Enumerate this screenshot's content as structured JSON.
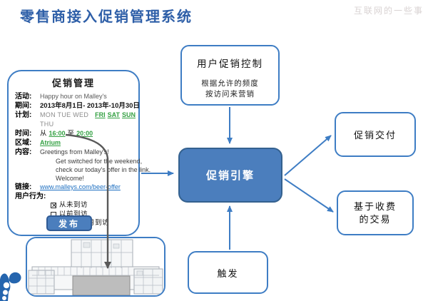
{
  "page": {
    "title": "零售商接入促销管理系统",
    "watermark": "互联网的一些事"
  },
  "promo_manager": {
    "title": "促销管理",
    "rows": {
      "activity": {
        "label": "活动:",
        "value": "Happy hour on Malley's"
      },
      "period": {
        "label": "期间:",
        "value": "2013年8月1日- 2013年-10月30日"
      },
      "plan": {
        "label": "计划:",
        "weekdays": "MON TUE WED THU",
        "active_days": [
          "FRI",
          "SAT",
          "SUN"
        ]
      },
      "time": {
        "label": "时间:",
        "from_word": "从",
        "from_time": "16:00",
        "to_word": "至",
        "to_time": "20:00"
      },
      "area": {
        "label": "区域:",
        "value": "Atrium"
      },
      "content": {
        "label": "内容:",
        "line1": "Greetings from Malley's!",
        "line2": "Get switched for the weekend,",
        "line3": "check our today's offer in the link.",
        "line4": "Welcome!"
      },
      "link": {
        "label": "链接:",
        "value": "www.malleys.com/beer-offer"
      },
      "behavior": {
        "label": "用户行为:"
      }
    },
    "checkboxes": [
      {
        "label": "从未到访",
        "checked": true
      },
      {
        "label": "以前到访",
        "checked": false
      },
      {
        "label": "最近一个月到访",
        "checked": false
      }
    ],
    "publish_button": "发布"
  },
  "user_promo_control": {
    "title": "用户促销控制",
    "line1": "根据允许的频度",
    "line2": "按访问来营销"
  },
  "promo_engine": {
    "label": "促销引擎"
  },
  "promo_delivery": {
    "label": "促销交付"
  },
  "fee_based_transaction": {
    "line1": "基于收费",
    "line2": "的交易"
  },
  "trigger": {
    "label": "触发"
  },
  "colors": {
    "title_blue": "#2e5fa8",
    "box_border_blue": "#3e7dc4",
    "engine_fill": "#4b7ebd",
    "green": "#33a042",
    "link_blue": "#1d6fc1",
    "arrow_gray": "#595959"
  }
}
